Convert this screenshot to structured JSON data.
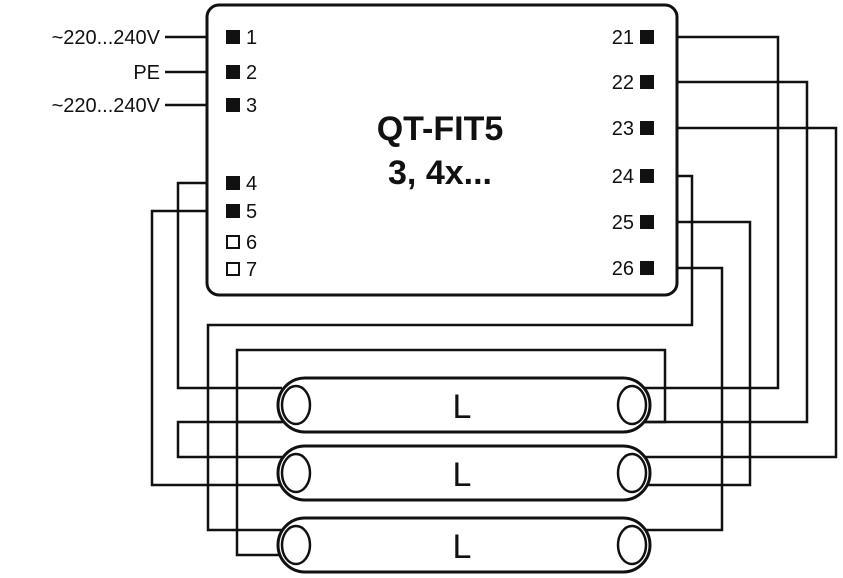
{
  "device": {
    "title_line1": "QT-FIT5",
    "title_line2": "3, 4x..."
  },
  "inputs": [
    {
      "label": "~220...240V",
      "terminal": "1"
    },
    {
      "label": "PE",
      "terminal": "2"
    },
    {
      "label": "~220...240V",
      "terminal": "3"
    }
  ],
  "left_terminals": [
    {
      "number": "4",
      "type": "filled"
    },
    {
      "number": "5",
      "type": "filled"
    },
    {
      "number": "6",
      "type": "open"
    },
    {
      "number": "7",
      "type": "open"
    }
  ],
  "right_terminals": [
    "21",
    "22",
    "23",
    "24",
    "25",
    "26"
  ],
  "lamps": [
    {
      "label": "L"
    },
    {
      "label": "L"
    },
    {
      "label": "L"
    }
  ]
}
